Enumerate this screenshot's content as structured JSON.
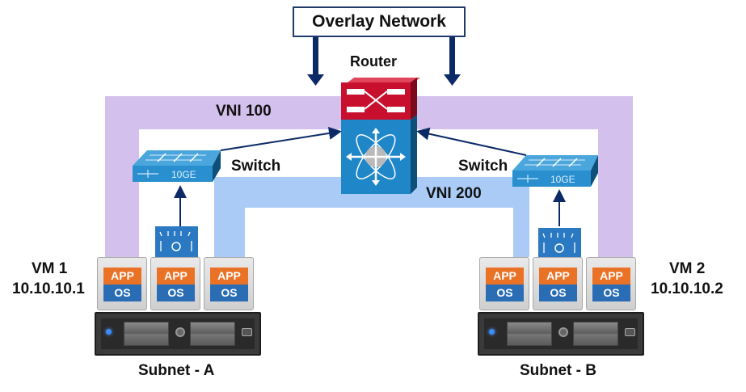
{
  "title": "Overlay Network",
  "labels": {
    "router": "Router",
    "vni_100": "VNI 100",
    "vni_200": "VNI 200",
    "switch_left": "Switch",
    "switch_right": "Switch",
    "switch_badge": "10GE",
    "vm1_name": "VM 1",
    "vm1_ip": "10.10.10.1",
    "vm2_name": "VM 2",
    "vm2_ip": "10.10.10.2",
    "subnet_a": "Subnet - A",
    "subnet_b": "Subnet - B"
  },
  "vm_tile": {
    "app": "APP",
    "os": "OS"
  },
  "subnets": [
    {
      "name": "Subnet - A",
      "vms": [
        {
          "app": "APP",
          "os": "OS"
        },
        {
          "app": "APP",
          "os": "OS"
        },
        {
          "app": "APP",
          "os": "OS"
        }
      ]
    },
    {
      "name": "Subnet - B",
      "vms": [
        {
          "app": "APP",
          "os": "OS"
        },
        {
          "app": "APP",
          "os": "OS"
        },
        {
          "app": "APP",
          "os": "OS"
        }
      ]
    }
  ],
  "colors": {
    "vni_100": "#d4c0ec",
    "vni_200": "#a9cbf6",
    "router_top": "#c8102e",
    "router_body": "#1f86c8",
    "switch": "#2a8fcf",
    "arrow": "#0b2a66",
    "app": "#ea7226",
    "os": "#2a6db5"
  }
}
